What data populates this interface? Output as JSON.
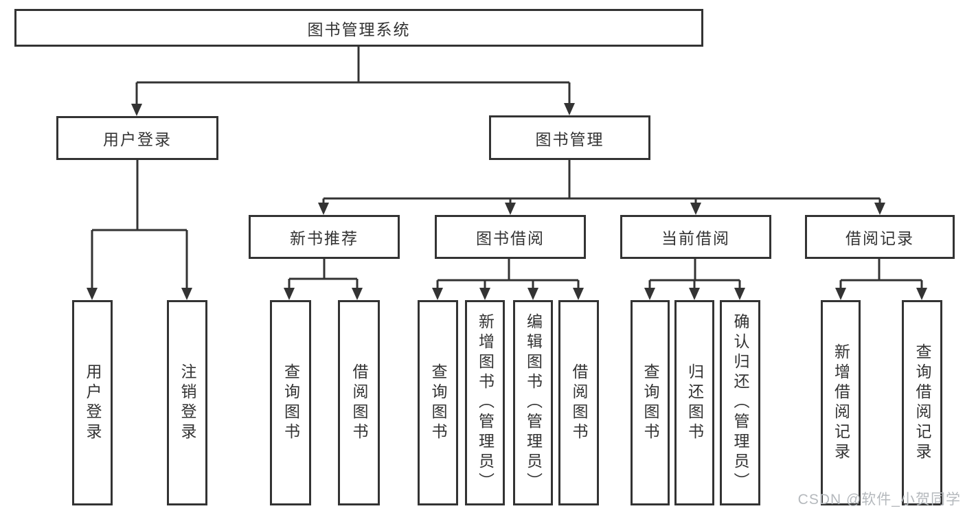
{
  "diagram": {
    "watermark": "CSDN @软件_小贺同学",
    "colors": {
      "line": "#333333",
      "box_border": "#333333",
      "box_background": "#ffffff",
      "text": "#333333",
      "watermark": "#b5b9bd"
    },
    "nodes": {
      "root": "图书管理系统",
      "userLoginGroup": "用户登录",
      "bookMgmt": "图书管理",
      "userLogin": "用户登录",
      "logout": "注销登录",
      "newBookRec": "新书推荐",
      "bookBorrow": "图书借阅",
      "currentBorrow": "当前借阅",
      "borrowRecords": "借阅记录",
      "nbrQuery": "查询图书",
      "nbrBorrow": "借阅图书",
      "bbQuery": "查询图书",
      "bbAdd": "新增图书（管理员）",
      "bbEdit": "编辑图书（管理员）",
      "bbBorrow": "借阅图书",
      "cbQuery": "查询图书",
      "cbReturn": "归还图书",
      "cbConfirm": "确认归还（管理员）",
      "brAdd": "新增借阅记录",
      "brQuery": "查询借阅记录"
    },
    "tree": {
      "label": "图书管理系统",
      "children": [
        {
          "label": "用户登录",
          "children": [
            {
              "label": "用户登录"
            },
            {
              "label": "注销登录"
            }
          ]
        },
        {
          "label": "图书管理",
          "children": [
            {
              "label": "新书推荐",
              "children": [
                {
                  "label": "查询图书"
                },
                {
                  "label": "借阅图书"
                }
              ]
            },
            {
              "label": "图书借阅",
              "children": [
                {
                  "label": "查询图书"
                },
                {
                  "label": "新增图书（管理员）"
                },
                {
                  "label": "编辑图书（管理员）"
                },
                {
                  "label": "借阅图书"
                }
              ]
            },
            {
              "label": "当前借阅",
              "children": [
                {
                  "label": "查询图书"
                },
                {
                  "label": "归还图书"
                },
                {
                  "label": "确认归还（管理员）"
                }
              ]
            },
            {
              "label": "借阅记录",
              "children": [
                {
                  "label": "新增借阅记录"
                },
                {
                  "label": "查询借阅记录"
                }
              ]
            }
          ]
        }
      ]
    }
  }
}
